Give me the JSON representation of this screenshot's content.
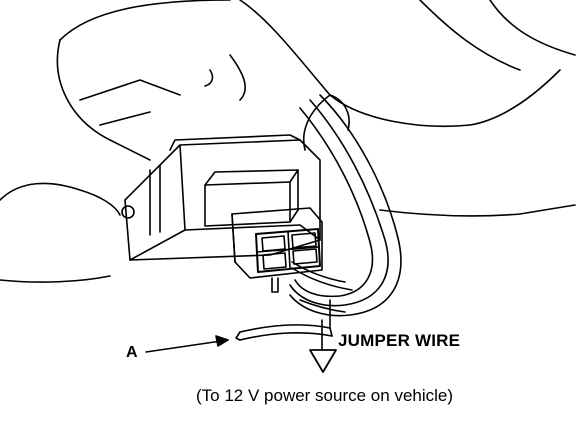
{
  "labels": {
    "callout_a": "A",
    "jumper_wire": "JUMPER WIRE",
    "power_source_note": "(To 12 V power source on vehicle)"
  },
  "colors": {
    "ink": "#000000",
    "paper": "#ffffff"
  }
}
